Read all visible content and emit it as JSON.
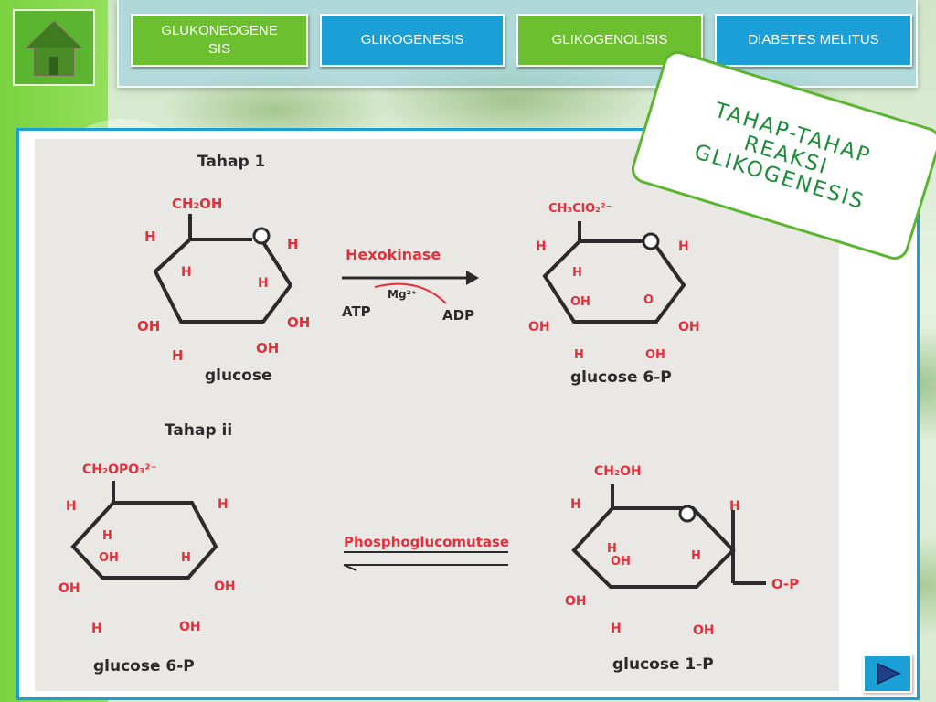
{
  "nav": {
    "buttons": [
      {
        "label": "GLUKONEOGENESIS",
        "line1": "GLUKONEOGENE",
        "line2": "SIS"
      },
      {
        "label": "GLIKOGENESIS"
      },
      {
        "label": "GLIKOGENOLISIS"
      },
      {
        "label": "DIABETES MELITUS"
      }
    ]
  },
  "title": {
    "line1": "TAHAP-TAHAP",
    "line2": "REAKSI",
    "line3": "GLIKOGENESIS"
  },
  "diagram": {
    "stage1": "Tahap 1",
    "stage2": "Tahap ii",
    "enzyme1": "Hexokinase",
    "cofactor": "Mg²⁺",
    "atp": "ATP",
    "adp": "ADP",
    "enzyme2": "Phosphoglucomutase",
    "ch2oh": "CH₂OH",
    "ch3clo2": "CH₃ClO₂²⁻",
    "ch2opo3": "CH₂OPO₃²⁻",
    "op": "O-P",
    "h": "H",
    "oh": "OH",
    "o": "O",
    "glucose": "glucose",
    "glucose6p": "glucose 6-P",
    "glucose6p_b": "glucose 6-P",
    "glucose1p": "glucose 1-P"
  },
  "colors": {
    "accent_green": "#5cb531",
    "accent_blue": "#1a9fd6",
    "ink_red": "#e3303c"
  },
  "icons": {
    "home": "home-icon",
    "next": "play-right-icon"
  }
}
